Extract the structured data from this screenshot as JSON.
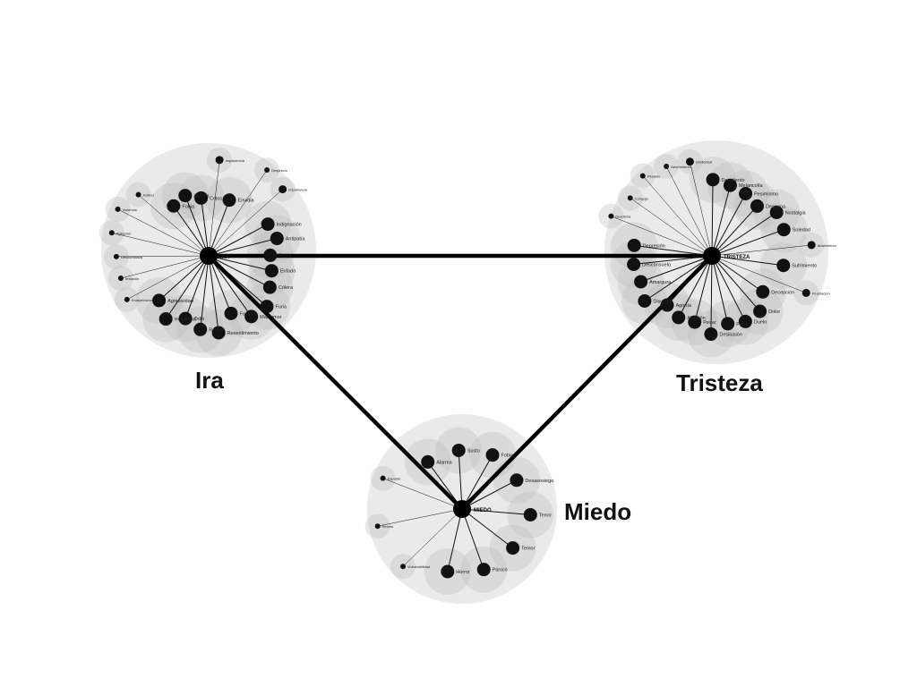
{
  "clusters": [
    {
      "id": "ira",
      "title": "Ira",
      "hub_label": "IRA",
      "nodes": [
        {
          "label": "Celos",
          "size": 3
        },
        {
          "label": "Impaciencia",
          "size": 2
        },
        {
          "label": "Envidia",
          "size": 3
        },
        {
          "label": "Desprecio",
          "size": 1
        },
        {
          "label": "Importancia",
          "size": 2
        },
        {
          "label": "Indignación",
          "size": 3
        },
        {
          "label": "Antipatía",
          "size": 3
        },
        {
          "label": "Rabia",
          "size": 3
        },
        {
          "label": "Enfado",
          "size": 3
        },
        {
          "label": "Cólera",
          "size": 3
        },
        {
          "label": "Furia",
          "size": 3
        },
        {
          "label": "Malhumor",
          "size": 3
        },
        {
          "label": "Fastidio",
          "size": 3
        },
        {
          "label": "Resentimiento",
          "size": 3
        },
        {
          "label": "Rencor",
          "size": 3
        },
        {
          "label": "Odio",
          "size": 3
        },
        {
          "label": "Hostilidad",
          "size": 3
        },
        {
          "label": "Agresividad",
          "size": 3
        },
        {
          "label": "Exasperación",
          "size": 1
        },
        {
          "label": "Irritación",
          "size": 1
        },
        {
          "label": "Desconfianza",
          "size": 1
        },
        {
          "label": "Agitación",
          "size": 1
        },
        {
          "label": "Violencia",
          "size": 1
        },
        {
          "label": "Actitud",
          "size": 1
        },
        {
          "label": "Fobia",
          "size": 3
        },
        {
          "label": "Alarma",
          "size": 3
        }
      ]
    },
    {
      "id": "tristeza",
      "title": "Tristeza",
      "hub_label": "TRISTEZA",
      "nodes": [
        {
          "label": "Infelicidad",
          "size": 2
        },
        {
          "label": "Desaliento",
          "size": 3
        },
        {
          "label": "Melancolía",
          "size": 3
        },
        {
          "label": "Pesimismo",
          "size": 3
        },
        {
          "label": "Desgana",
          "size": 3
        },
        {
          "label": "Nostalgia",
          "size": 3
        },
        {
          "label": "Soledad",
          "size": 3
        },
        {
          "label": "Abatimiento",
          "size": 2
        },
        {
          "label": "Sufrimiento",
          "size": 3
        },
        {
          "label": "Frustración",
          "size": 2
        },
        {
          "label": "Decepción",
          "size": 3
        },
        {
          "label": "Dolor",
          "size": 3
        },
        {
          "label": "Duelo",
          "size": 3
        },
        {
          "label": "Pena",
          "size": 3
        },
        {
          "label": "Desilusión",
          "size": 3
        },
        {
          "label": "Pesar",
          "size": 3
        },
        {
          "label": "Aflicción",
          "size": 3
        },
        {
          "label": "Agonía",
          "size": 3
        },
        {
          "label": "Disgusto",
          "size": 3
        },
        {
          "label": "Amargura",
          "size": 3
        },
        {
          "label": "Desconsuelo",
          "size": 3
        },
        {
          "label": "Depresión",
          "size": 3
        },
        {
          "label": "Desdicha",
          "size": 1
        },
        {
          "label": "Congoja",
          "size": 1
        },
        {
          "label": "Pésame",
          "size": 1
        },
        {
          "label": "Aburrimiento",
          "size": 1
        }
      ]
    },
    {
      "id": "miedo",
      "title": "Miedo",
      "hub_label": "MIEDO",
      "nodes": [
        {
          "label": "Alarma",
          "size": 3
        },
        {
          "label": "Susto",
          "size": 3
        },
        {
          "label": "Fobia",
          "size": 3
        },
        {
          "label": "Desasosiego",
          "size": 3
        },
        {
          "label": "Terror",
          "size": 3
        },
        {
          "label": "Temor",
          "size": 3
        },
        {
          "label": "Pánico",
          "size": 3
        },
        {
          "label": "Horror",
          "size": 3
        },
        {
          "label": "Vulnerabilidad",
          "size": 1
        },
        {
          "label": "Recelo",
          "size": 1
        },
        {
          "label": "Espanto",
          "size": 1
        }
      ]
    }
  ]
}
